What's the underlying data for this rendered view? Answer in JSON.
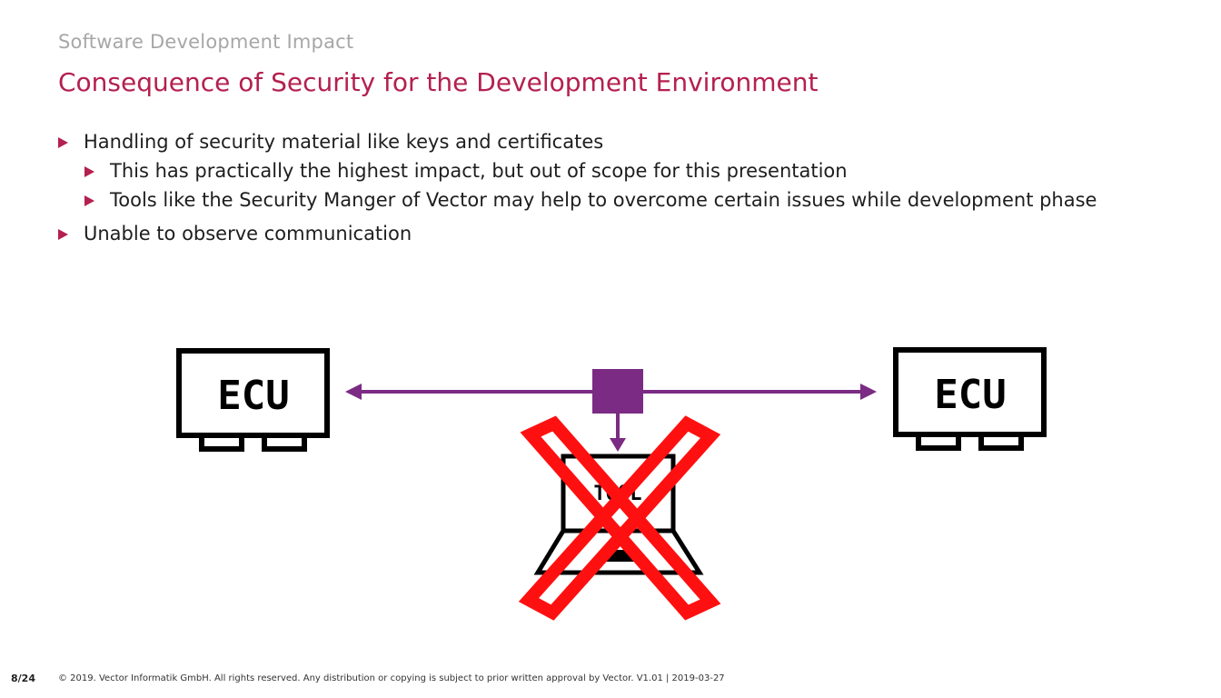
{
  "header": {
    "kicker": "Software Development Impact",
    "title": "Consequence of Security for the Development Environment"
  },
  "bullets": [
    {
      "text": "Handling of security material like keys and certificates",
      "level": 1
    },
    {
      "text": "This has practically the highest impact, but out of scope for this presentation",
      "level": 2
    },
    {
      "text": "Tools like the Security Manger of Vector may help to overcome certain issues while development phase",
      "level": 2
    },
    {
      "text": "Unable to observe communication",
      "level": 1
    }
  ],
  "diagram": {
    "left_ecu_label": "ECU",
    "right_ecu_label": "ECU",
    "tool_label": "TOOL",
    "colors": {
      "line": "#7b2b83",
      "cross": "#ff1010",
      "accent": "#b4204f"
    }
  },
  "footer": {
    "page": "8/24",
    "copyright": "© 2019. Vector Informatik GmbH. All rights reserved. Any distribution or copying is subject to prior written approval by Vector. V1.01 | 2019-03-27"
  }
}
